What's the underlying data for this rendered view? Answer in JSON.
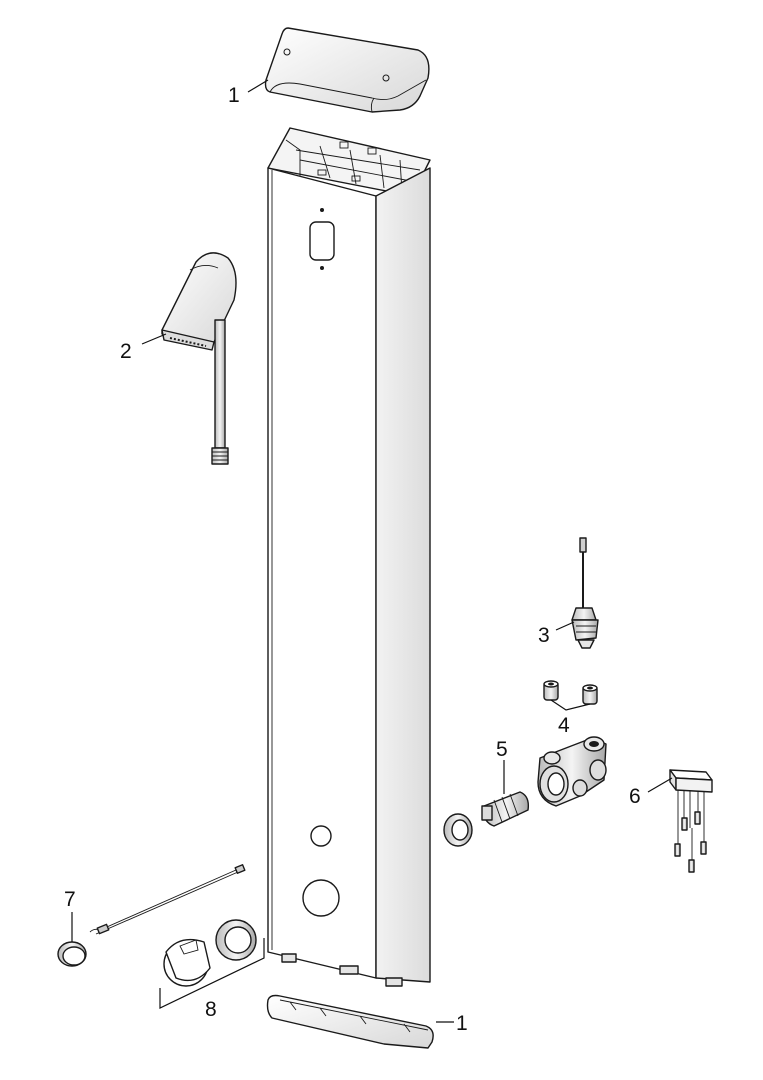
{
  "callouts": {
    "c1_top": "1",
    "c2": "2",
    "c3": "3",
    "c4": "4",
    "c5": "5",
    "c6": "6",
    "c7": "7",
    "c8": "8",
    "c1_bottom": "1"
  },
  "colors": {
    "line": "#1a1a1a",
    "fill_light": "#ffffff",
    "fill_shade": "#eeeeee",
    "fill_dark": "#d4d4d4"
  }
}
